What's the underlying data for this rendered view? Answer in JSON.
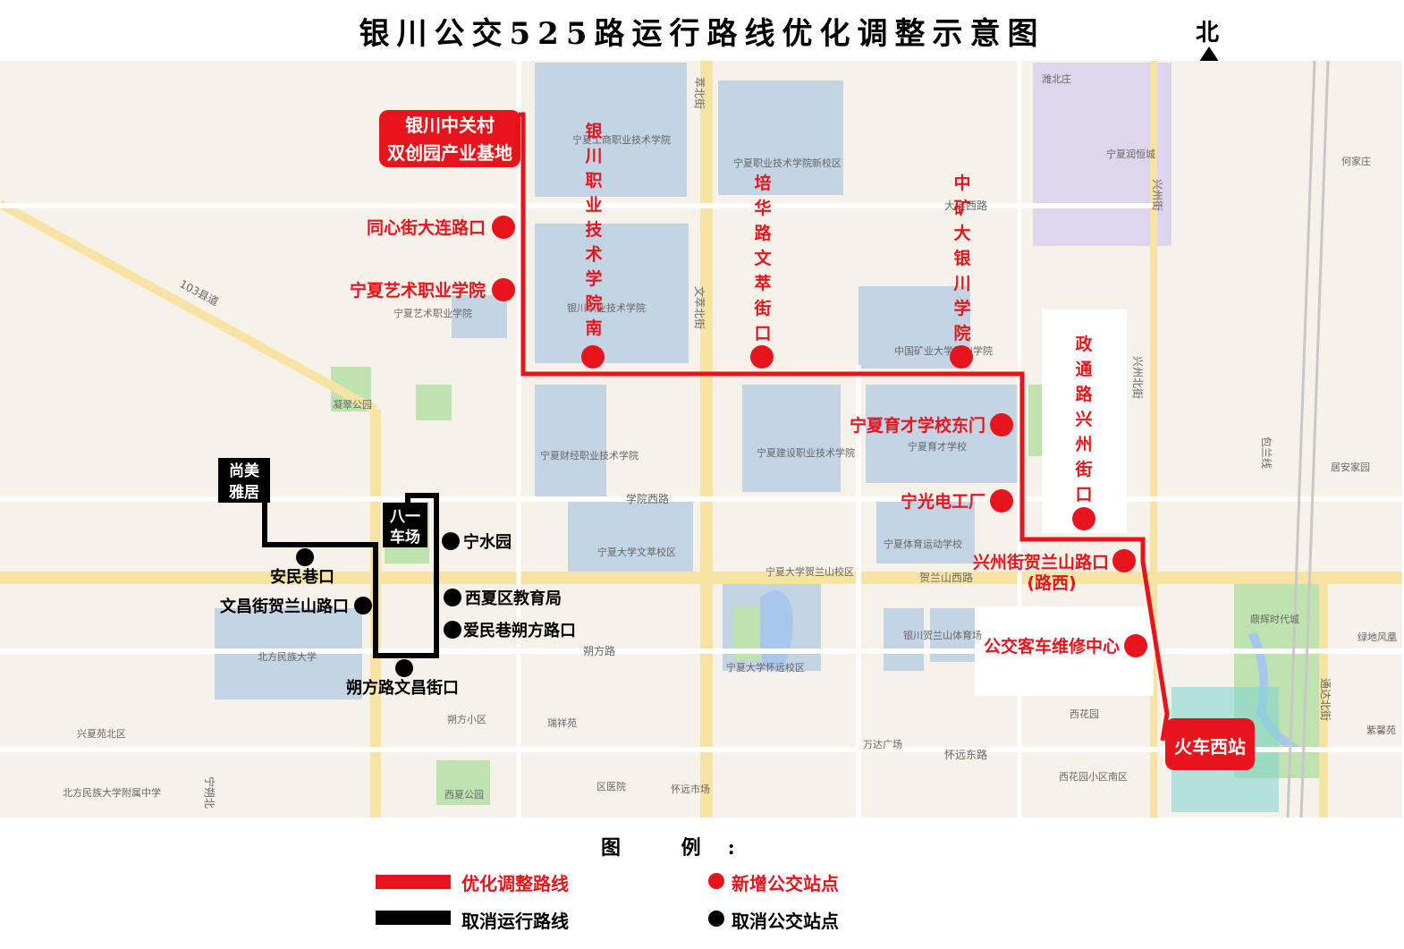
{
  "title": "银川公交525路运行路线优化调整示意图",
  "north": "北",
  "colors": {
    "new_route": "#e8141c",
    "cancel_route": "#000000",
    "map_bg": "#f6f2ea",
    "campus": "#c3d4e4",
    "park": "#bfe3b0",
    "road": "#f7e3a3"
  },
  "terminals": {
    "start": "银川中关村\n双创园产业基地",
    "end": "火车西站",
    "depot": "八一\n车场",
    "old_start": "尚美\n雅居"
  },
  "new_stops": [
    "同心街大连路口",
    "宁夏艺术职业学院",
    "银川职业技术学院南",
    "培华路文萃街口",
    "中矿大银川学院",
    "宁夏育才学校东门",
    "宁光电工厂",
    "政通路兴州街口",
    "兴州街贺兰山路口\n(路西)",
    "公交客车维修中心"
  ],
  "cancelled_stops": [
    "宁水园",
    "安民巷口",
    "西夏区教育局",
    "文昌街贺兰山路口",
    "爱民巷朔方路口",
    "朔方路文昌街口"
  ],
  "map_labels": {
    "pois": [
      "宁夏工商职业技术学院",
      "宁夏职业技术学院新校区",
      "宁夏润恒城",
      "何家庄",
      "银川职业技术学院",
      "宁夏艺术职业学院",
      "中国矿业大学银川学院",
      "凝翠公园",
      "宁夏财经职业技术学院",
      "宁夏建设职业技术学院",
      "宁夏育才学校",
      "宁夏大学文萃校区",
      "宁夏大学贺兰山校区",
      "宁夏体育运动学校",
      "银川贺兰山体育场",
      "宁夏大学怀远校区",
      "北方民族大学",
      "朔方小区",
      "瑞祥苑",
      "兴夏苑北区",
      "北方民族大学附属中学",
      "西夏公园",
      "区医院",
      "怀远市场",
      "万达广场",
      "西花园",
      "西花园小区南区",
      "鼎辉时代城",
      "居安家园",
      "绿地风凰",
      "紫馨苑",
      "潍北庄"
    ],
    "roads": [
      "萃北街",
      "大连西路",
      "文萃北街",
      "103县道",
      "学院西路",
      "贺兰山西路",
      "朔方路",
      "怀远东路",
      "兴州北街",
      "兴州街",
      "包兰线",
      "通达北街",
      "宁朔北"
    ]
  },
  "legend": {
    "title": "图 例:",
    "new_route": "优化调整路线",
    "cancel_route": "取消运行路线",
    "new_stop": "新增公交站点",
    "cancel_stop": "取消公交站点"
  }
}
